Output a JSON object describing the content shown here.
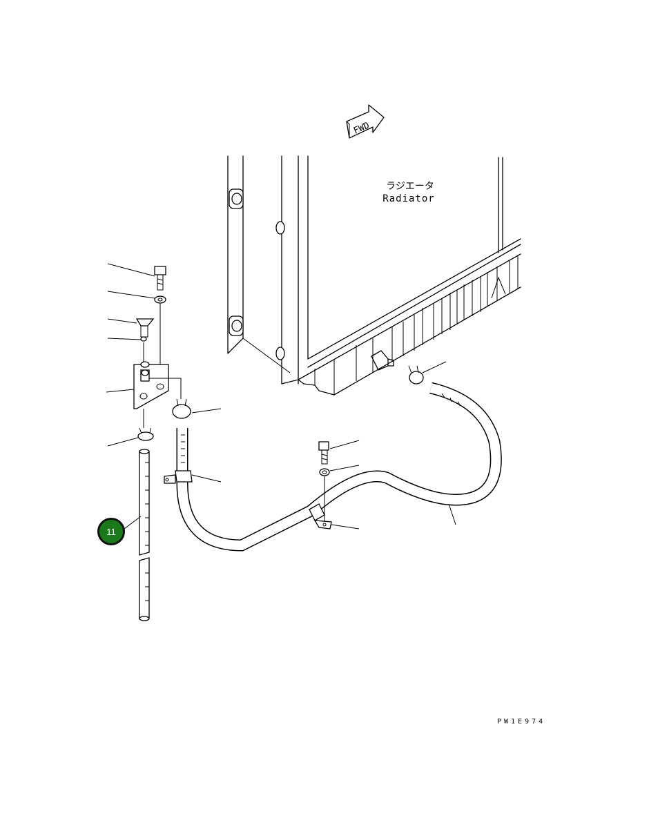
{
  "diagram": {
    "fwd_label": "FWD",
    "radiator_label_jp": "ラジエータ",
    "radiator_label_en": "Radiator",
    "part_callout": "11",
    "drawing_code": "PW1E974",
    "colors": {
      "callout_fill": "#1a7a1a",
      "line": "#000000",
      "background": "#ffffff"
    }
  }
}
